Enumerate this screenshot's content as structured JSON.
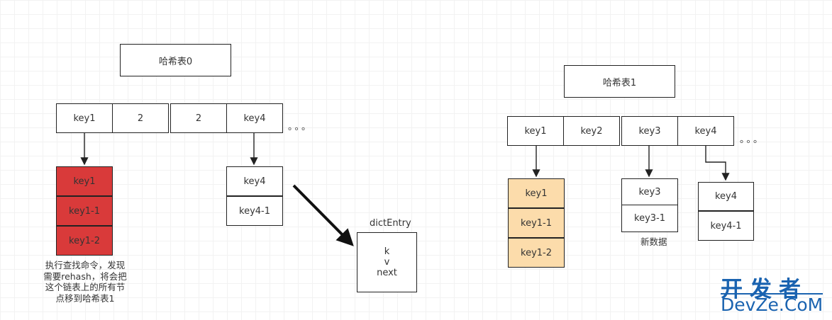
{
  "table0": {
    "title": "哈希表0",
    "cells": [
      "key1",
      "2",
      "2",
      "key4"
    ],
    "dots": "。。。",
    "chain_a": [
      "key1",
      "key1-1",
      "key1-2"
    ],
    "chain_b": [
      "key4",
      "key4-1"
    ],
    "note": [
      "执行查找命令，发现",
      "需要rehash，将会把",
      "这个链表上的所有节",
      "点移到哈希表1"
    ]
  },
  "dict_entry": {
    "label": "dictEntry",
    "fields": [
      "k",
      "v",
      "next"
    ]
  },
  "table1": {
    "title": "哈希表1",
    "cells": [
      "key1",
      "key2",
      "key3",
      "key4"
    ],
    "dots": "。。。",
    "chain_a": [
      "key1",
      "key1-1",
      "key1-2"
    ],
    "chain_b": [
      "key3",
      "key3-1"
    ],
    "chain_c": [
      "key4",
      "key4-1"
    ],
    "new_data_label": "新数据"
  },
  "watermark": {
    "line1": "开发者",
    "line2": "DevZe.CoM"
  },
  "colors": {
    "migrating": "#d93a3a",
    "migrated": "#fcdcab"
  }
}
